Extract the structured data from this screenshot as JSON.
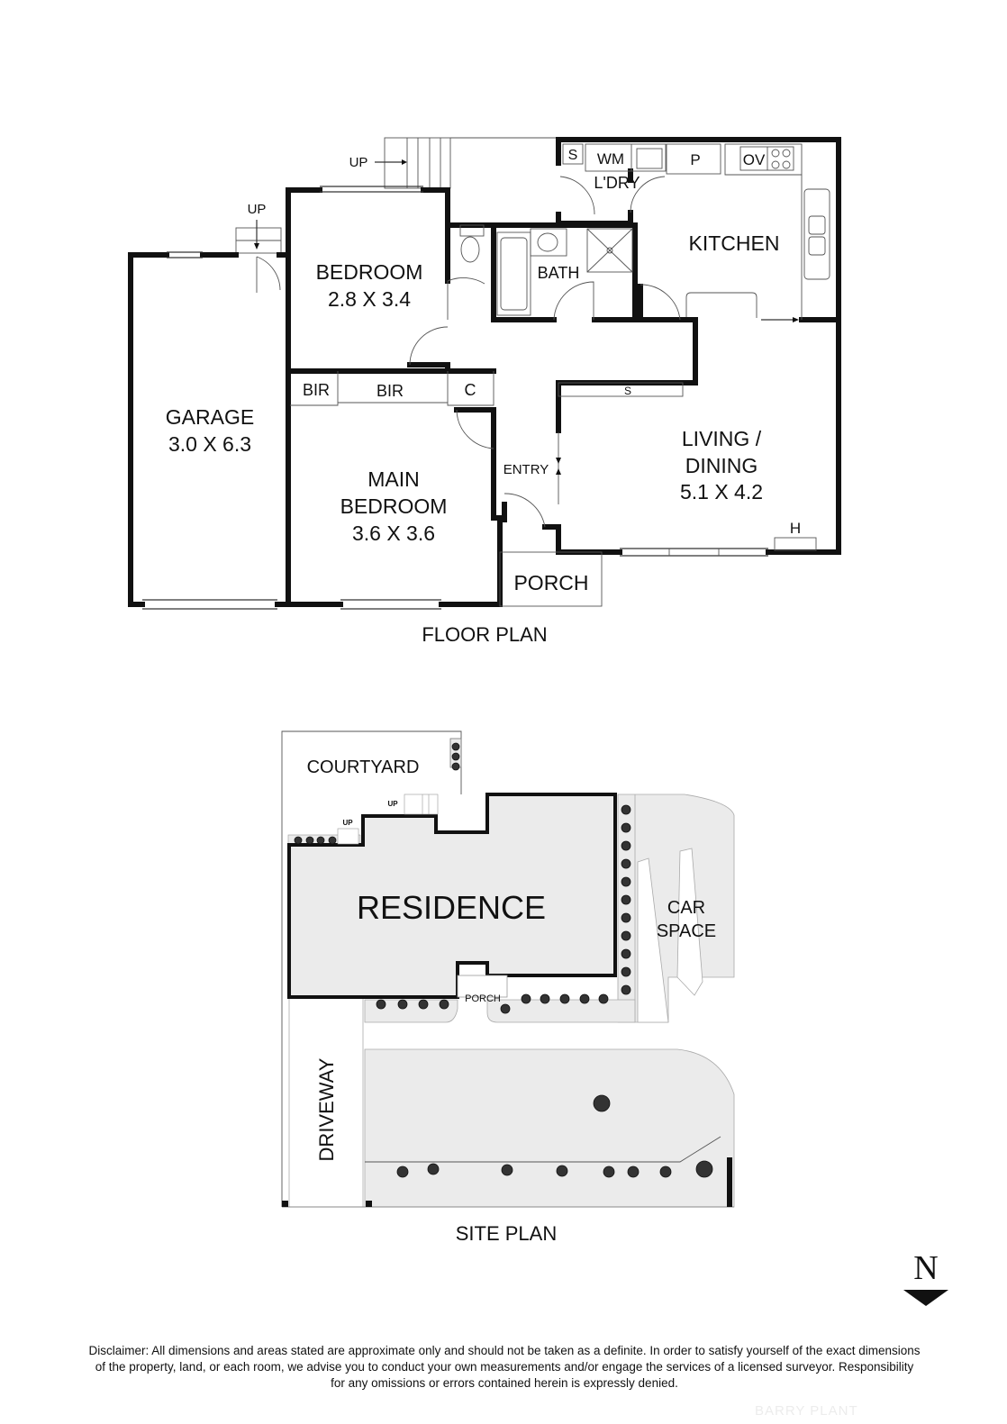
{
  "floor_plan": {
    "title": "FLOOR PLAN",
    "rooms": {
      "garage": {
        "name": "GARAGE",
        "dims": "3.0 X 6.3"
      },
      "bedroom": {
        "name": "BEDROOM",
        "dims": "2.8 X 3.4"
      },
      "main_bedroom": {
        "name1": "MAIN",
        "name2": "BEDROOM",
        "dims": "3.6 X 3.6"
      },
      "living": {
        "name1": "LIVING /",
        "name2": "DINING",
        "dims": "5.1 X 4.2"
      },
      "kitchen": {
        "name": "KITCHEN"
      },
      "bath": {
        "name": "BATH"
      },
      "laundry": {
        "name": "L'DRY"
      },
      "entry": {
        "name": "ENTRY"
      },
      "porch": {
        "name": "PORCH"
      }
    },
    "fixtures": {
      "bir1": "BIR",
      "bir2": "BIR",
      "cupboard": "C",
      "storage": "S",
      "wm": "WM",
      "pantry": "P",
      "oven": "OV",
      "shelf": "S",
      "heater": "H"
    },
    "stairs": {
      "up1": "UP",
      "up2": "UP"
    }
  },
  "site_plan": {
    "title": "SITE PLAN",
    "labels": {
      "courtyard": "COURTYARD",
      "residence": "RESIDENCE",
      "car1": "CAR",
      "car2": "SPACE",
      "driveway": "DRIVEWAY",
      "porch": "PORCH",
      "up1": "UP",
      "up2": "UP"
    }
  },
  "north_arrow": {
    "label": "N"
  },
  "disclaimer": {
    "line1": "Disclaimer: All dimensions and areas stated are approximate only and should not be taken as a definite. In order to satisfy yourself of the exact dimensions",
    "line2": "of the property, land, or each room, we advise you to conduct your own measurements and/or engage the services of a licensed surveyor. Responsibility",
    "line3": "for any omissions or errors contained herein is expressly denied."
  },
  "watermark": "BARRY PLANT",
  "colors": {
    "wall": "#111111",
    "site_fill": "#ebebeb"
  }
}
